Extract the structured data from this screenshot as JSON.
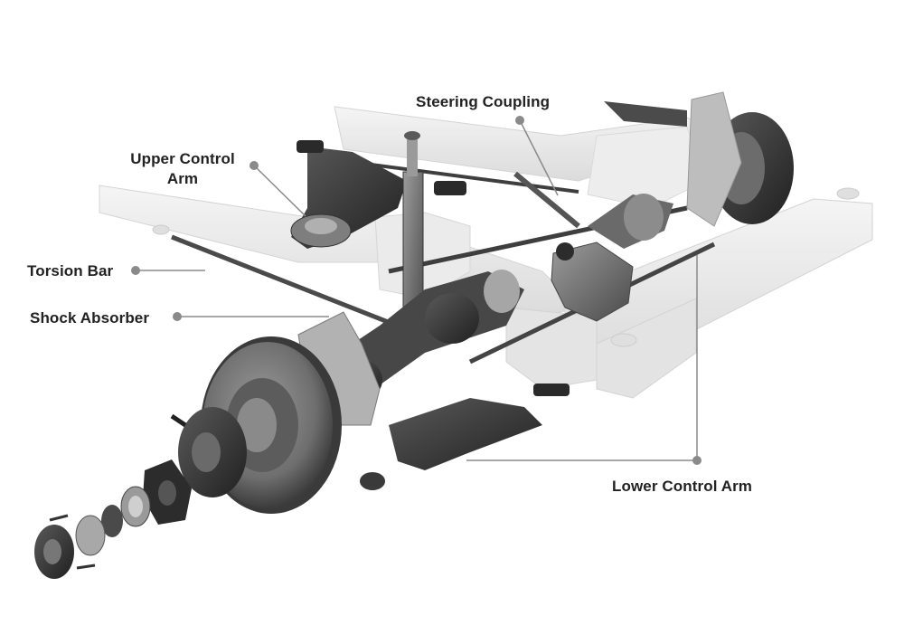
{
  "labels": {
    "steering_coupling": "Steering Coupling",
    "upper_control_arm_line1": "Upper Control",
    "upper_control_arm_line2": "Arm",
    "torsion_bar": "Torsion Bar",
    "shock_absorber": "Shock Absorber",
    "lower_control_arm": "Lower Control Arm"
  },
  "colors": {
    "label_text": "#222222",
    "leader_line": "#8a8a8a",
    "frame": "#e6e6e6",
    "metal_dark": "#3d3d3d",
    "metal_mid": "#7a7a7a",
    "metal_light": "#b9b9b9"
  }
}
